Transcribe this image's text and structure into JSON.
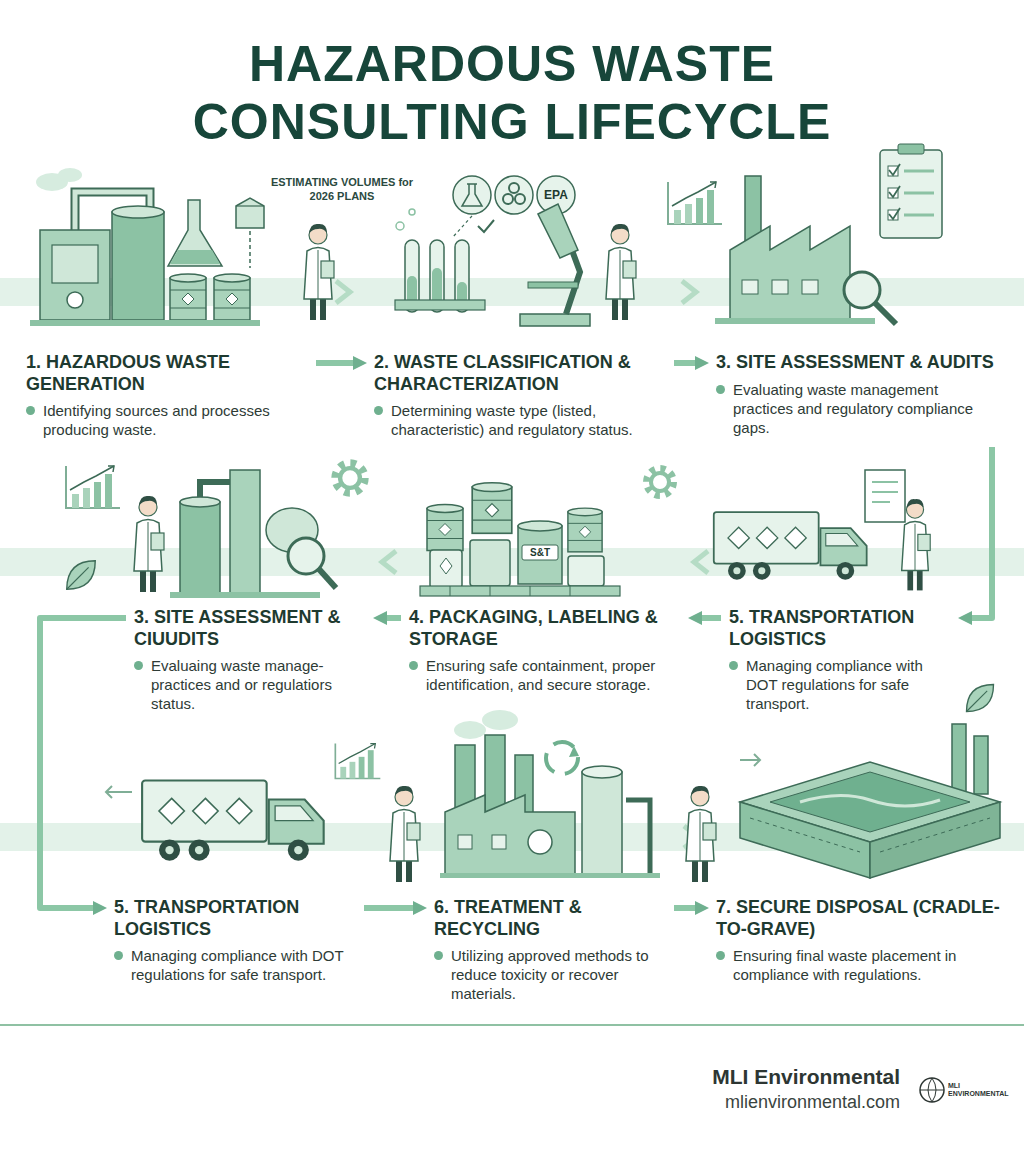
{
  "diagram": {
    "title": "HAZARDOUS WASTE CONSULTING LIFECYCLE",
    "nodes": [
      {
        "text": [
          "1. HAZARDOUS WASTE GENERATION",
          "Identifying sources and processes producing waste."
        ]
      },
      {
        "text": [
          "2. WASTE CLASSIFICATION & CHARACTERIZATION",
          "Determining waste type (listed, characteristic) and regulatory status."
        ]
      },
      {
        "text": [
          "3. SITE ASSESSMENT & AUDITS",
          "Evaluating waste management practices and regulatory compliance gaps."
        ]
      },
      {
        "text": [
          "3. SITE ASSESSMENT & CIUUDITS",
          "Evaluaing waste manage- practices and or regulatiors status."
        ]
      },
      {
        "text": [
          "4. PACKAGING, LABELING & STORAGE",
          "Ensuring safe containment, proper identification, and secure storage."
        ]
      },
      {
        "text": [
          "5. TRANSPORTATION LOGISTICS",
          "Managing compliance with DOT regulations for safe transport."
        ]
      },
      {
        "text": [
          "5. TRANSPORTATION LOGISTICS",
          "Managing compliance with DOT regulations for safe transport."
        ]
      },
      {
        "text": [
          "6. TREATMENT & RECYCLING",
          "Utilizing approved methods to reduce toxicity or recover materials."
        ]
      },
      {
        "text": [
          "7. SECURE DISPOSAL (CRADLE-TO-GRAVE)",
          "Ensuring final waste placement in compliance with regulations."
        ]
      }
    ],
    "edges": [
      {
        "from": 0,
        "to": 1,
        "arrow": "to"
      },
      {
        "from": 1,
        "to": 2,
        "arrow": "to"
      },
      {
        "from": 2,
        "to": 5,
        "arrow": "to"
      },
      {
        "from": 5,
        "to": 4,
        "arrow": "to"
      },
      {
        "from": 4,
        "to": 3,
        "arrow": "to"
      },
      {
        "from": 3,
        "to": 6,
        "arrow": "to"
      },
      {
        "from": 6,
        "to": 7,
        "arrow": "to"
      },
      {
        "from": 7,
        "to": 8,
        "arrow": "to"
      }
    ],
    "labels": [
      "ESTIMATING VOLUMES for 2026 PLANS",
      "EPA",
      "S&T",
      "MLI Environmental",
      "mlienvironmental.com",
      "MLI ENVIRONMENTAL"
    ]
  }
}
